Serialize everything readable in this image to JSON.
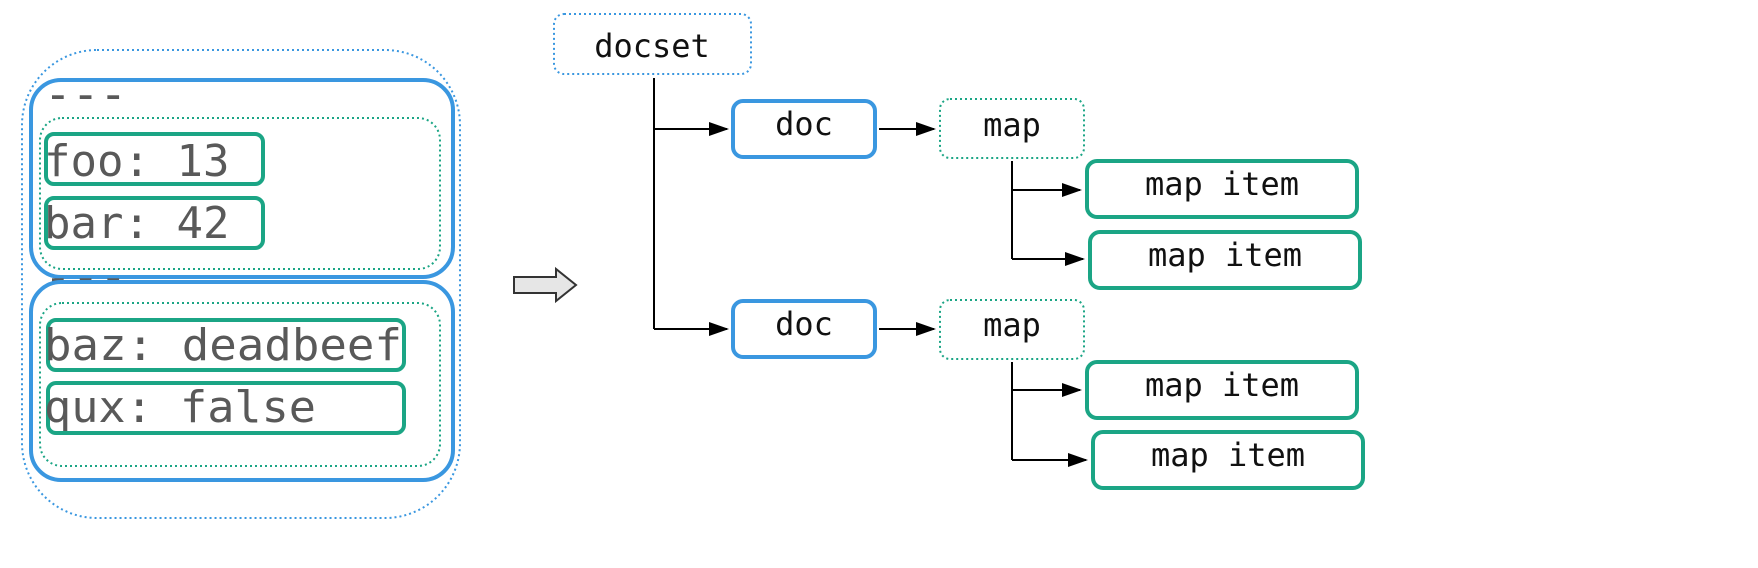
{
  "colors": {
    "doc_blue": "#3a97e0",
    "item_green": "#1ba585",
    "dotted_blue": "#3a97e0",
    "dotted_green": "#1ba585",
    "arrow": "#000000",
    "source_text": "#595959",
    "node_text": "#111111",
    "transform_arrow_fill": "#e6e6e6"
  },
  "source": {
    "doc1_separator": "---",
    "doc1_items": [
      "foo: 13",
      "bar: 42"
    ],
    "doc2_separator": "---",
    "doc2_items": [
      "baz: deadbeef",
      "qux: false"
    ]
  },
  "transform_icon": "right-arrow-icon",
  "tree": {
    "root": "docset",
    "docs": [
      {
        "label": "doc",
        "map": {
          "label": "map",
          "items": [
            "map item",
            "map item"
          ]
        }
      },
      {
        "label": "doc",
        "map": {
          "label": "map",
          "items": [
            "map item",
            "map item"
          ]
        }
      }
    ]
  }
}
